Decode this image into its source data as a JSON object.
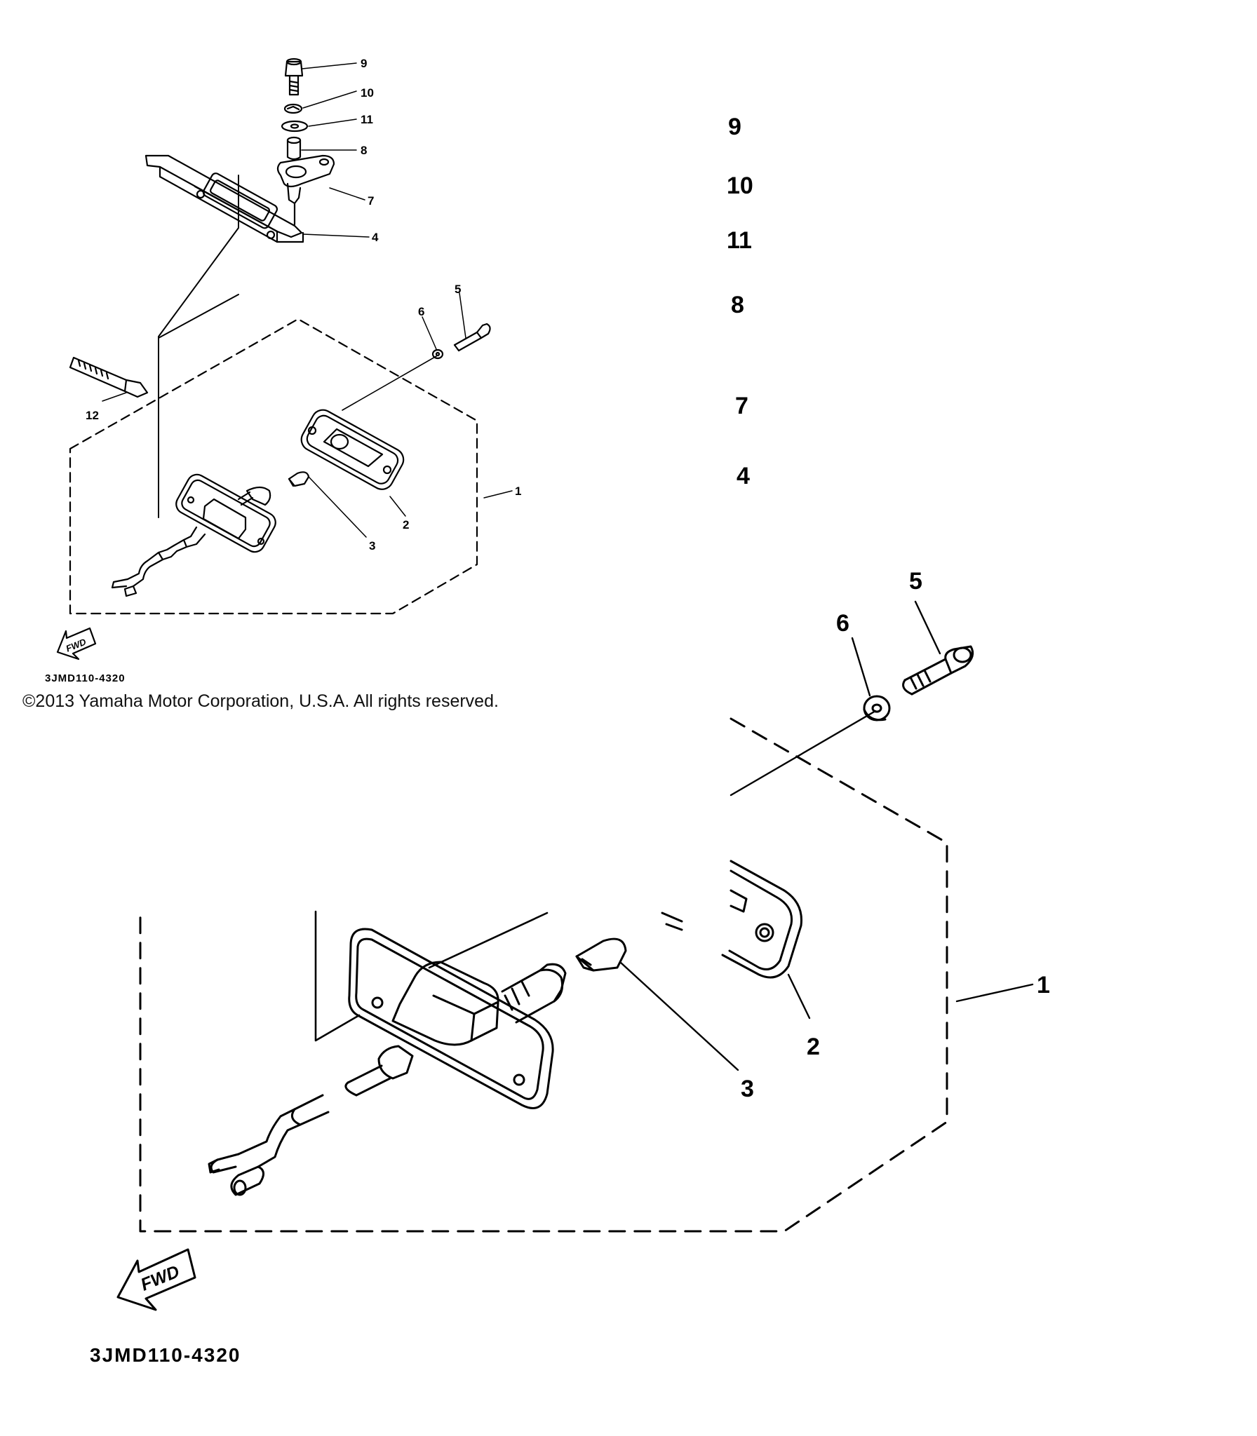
{
  "copyright": "©2013 Yamaha Motor Corporation, U.S.A. All rights reserved.",
  "diagram_code": "3JMD110-4320",
  "fwd_label": "FWD",
  "callouts": {
    "assembly": "1",
    "lens": "2",
    "bulb": "3",
    "bracket": "4",
    "bolt_5": "5",
    "washer_6": "6",
    "stay": "7",
    "collar": "8",
    "bolt_9": "9",
    "spring_washer": "10",
    "plain_washer": "11",
    "band": "12"
  },
  "cropped_labels": [
    "9",
    "10",
    "11",
    "8",
    "7",
    "4"
  ]
}
